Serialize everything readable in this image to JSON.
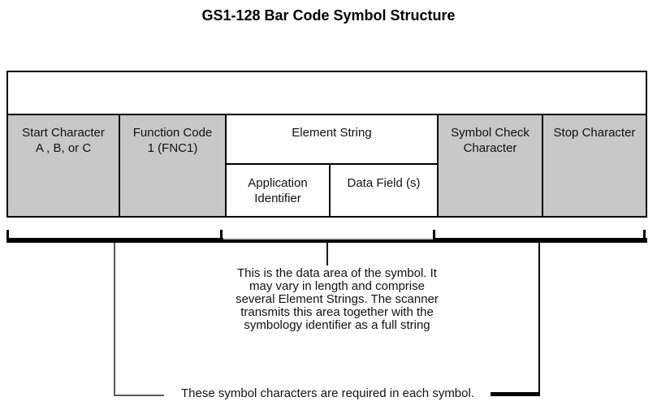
{
  "title": "GS1-128 Bar Code Symbol Structure",
  "table": {
    "cells": {
      "start_character": {
        "line1": "Start Character",
        "line2": "A , B, or C"
      },
      "function_code": {
        "line1": "Function Code",
        "line2": "1 (FNC1)"
      },
      "element_string": {
        "label": "Element String"
      },
      "application_identifier": {
        "line1": "Application",
        "line2": "Identifier"
      },
      "data_field": {
        "label": "Data Field (s)"
      },
      "symbol_check": {
        "line1": "Symbol Check",
        "line2": "Character"
      },
      "stop_character": {
        "label": "Stop Character"
      }
    }
  },
  "annotations": {
    "data_area_note": "This is the data area of the symbol. It\nmay vary in length and comprise\nseveral Element Strings. The scanner\ntransmits this area together with the\nsymbology identifier as a full string",
    "required_note": "These symbol characters are required in each symbol."
  },
  "colors": {
    "cell_fill_gray": "#c8c8c8",
    "line_black": "#000000",
    "connector_gray": "#595959"
  }
}
